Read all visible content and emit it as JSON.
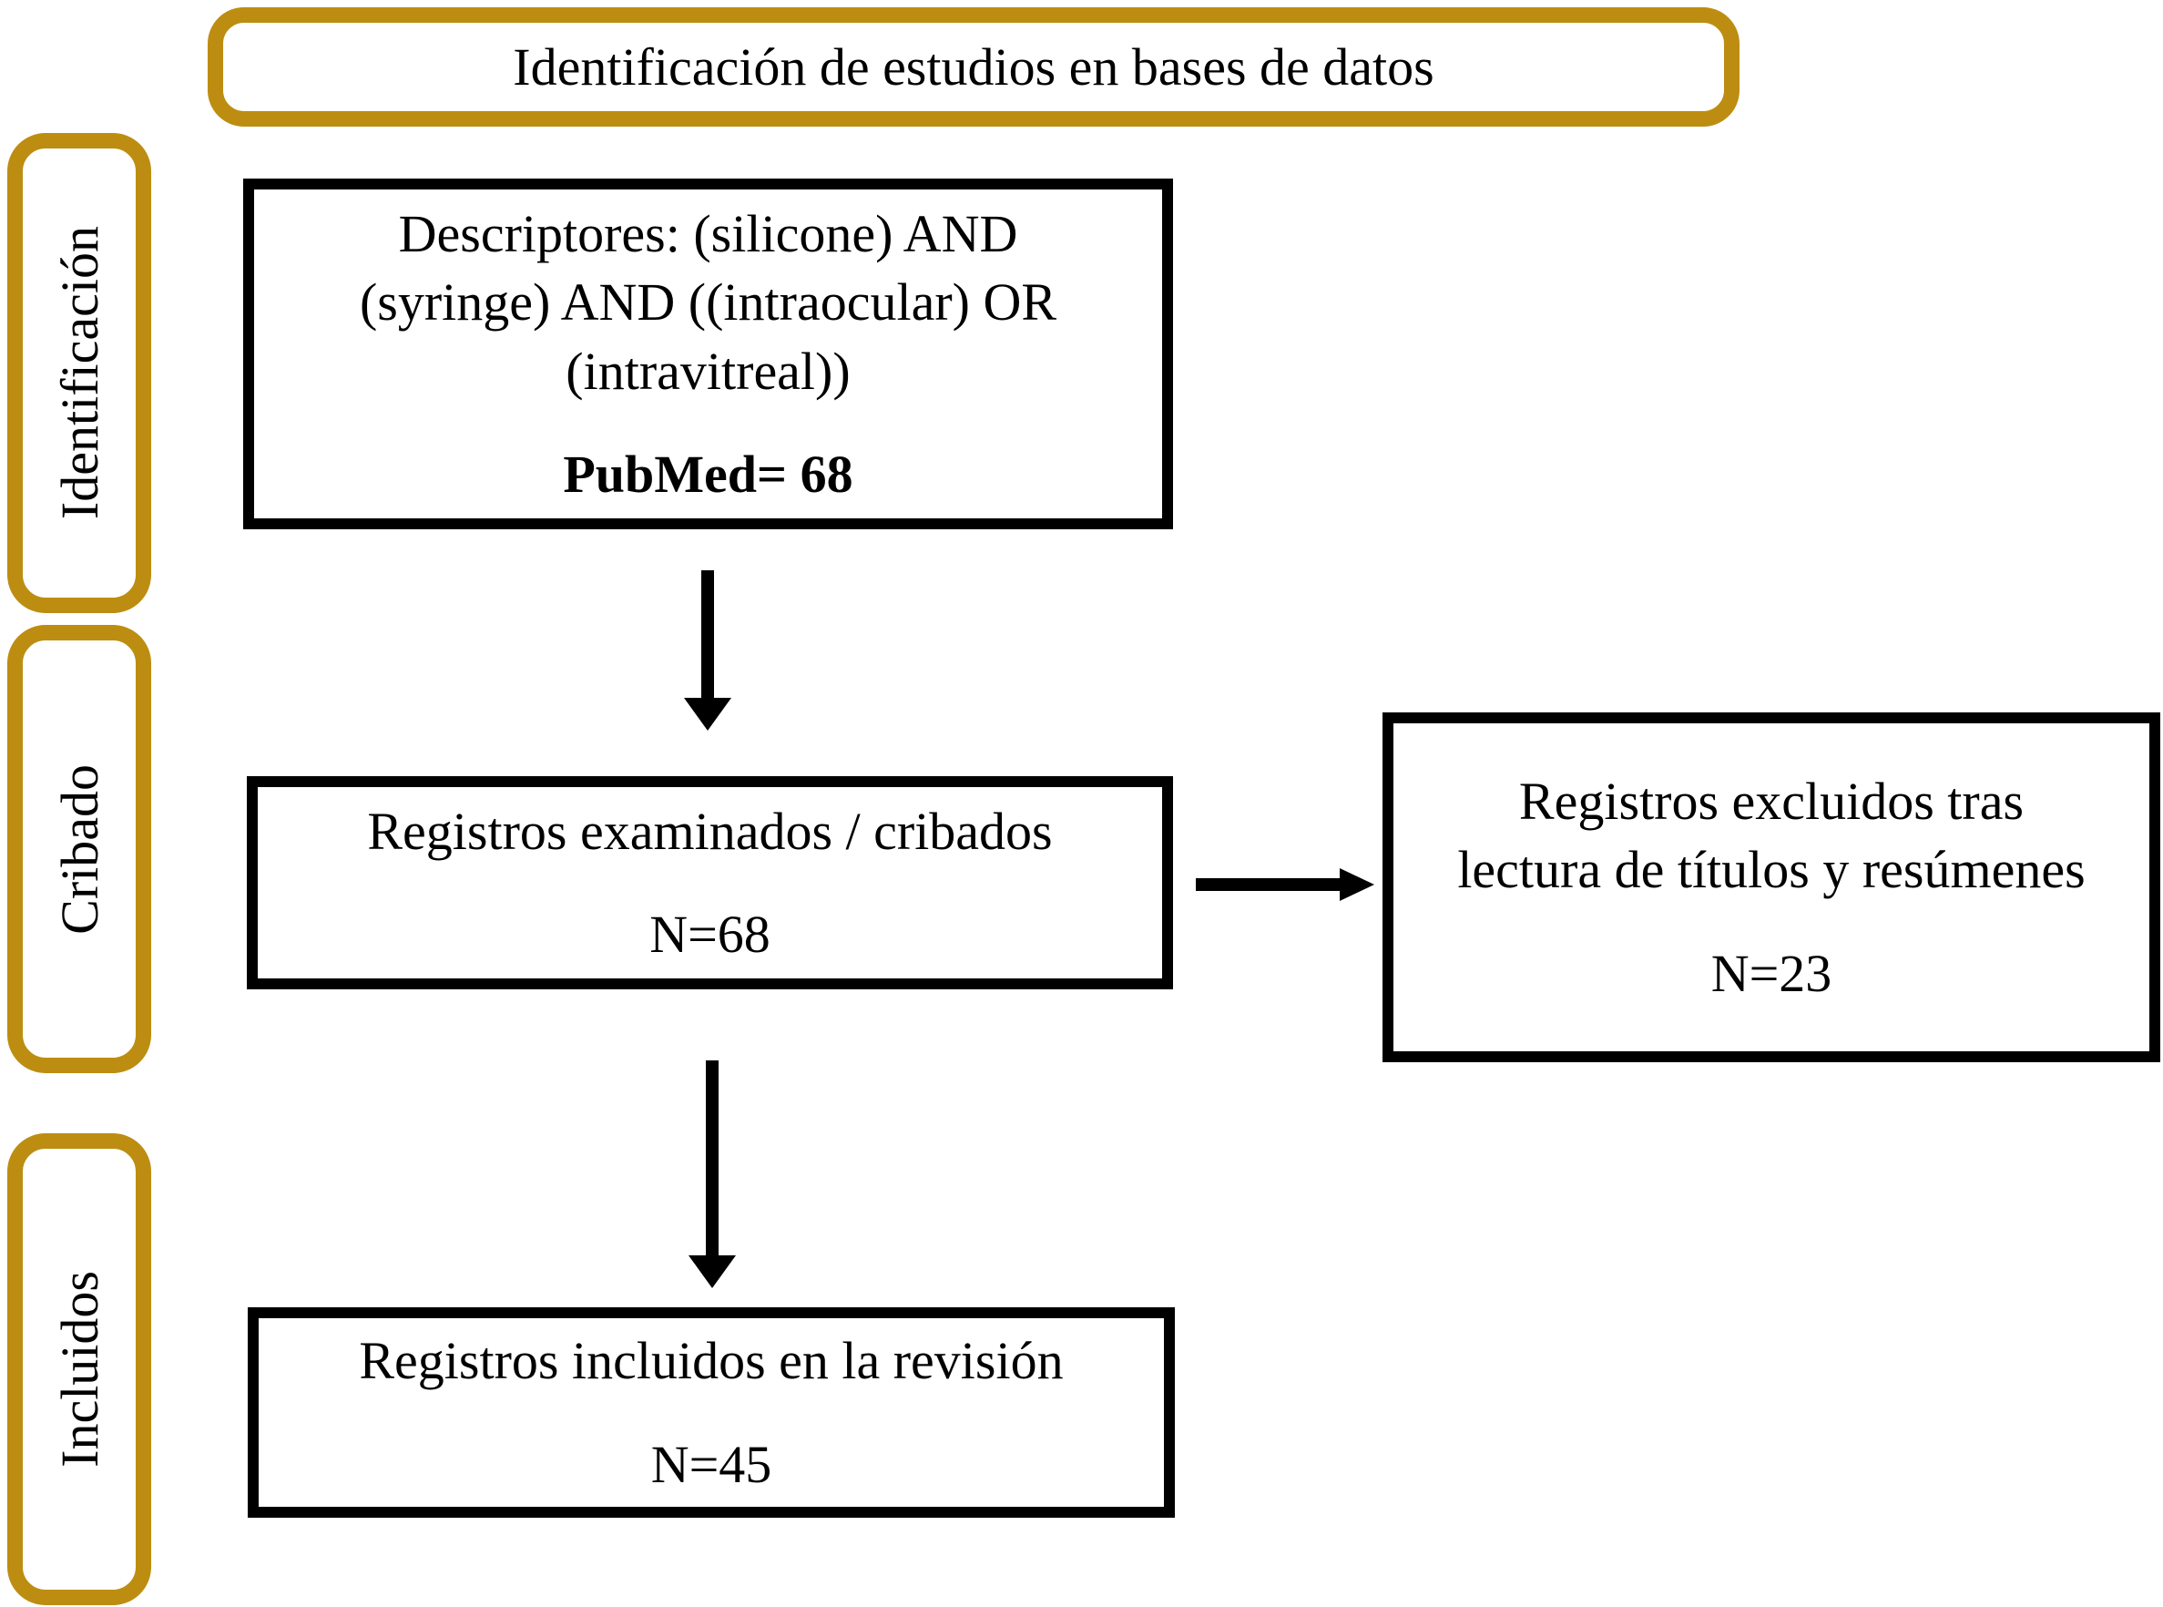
{
  "header": {
    "title": "Identificación de estudios en bases de datos"
  },
  "stages": [
    {
      "label": "Identificación"
    },
    {
      "label": "Cribado"
    },
    {
      "label": "Incluidos"
    }
  ],
  "boxes": {
    "search": {
      "lines": [
        "Descriptores: (silicone) AND",
        "(syringe) AND ((intraocular) OR",
        "(intravitreal))"
      ],
      "count": "PubMed= 68"
    },
    "screened": {
      "lines": [
        "Registros examinados / cribados"
      ],
      "count": "N=68"
    },
    "excluded": {
      "lines": [
        "Registros excluidos tras",
        "lectura de títulos y resúmenes"
      ],
      "count": "N=23"
    },
    "included": {
      "lines": [
        "Registros incluidos en la revisión"
      ],
      "count": "N=45"
    }
  },
  "colors": {
    "gold": "#BD8D12",
    "line": "#000000",
    "bg": "#FFFFFF"
  }
}
